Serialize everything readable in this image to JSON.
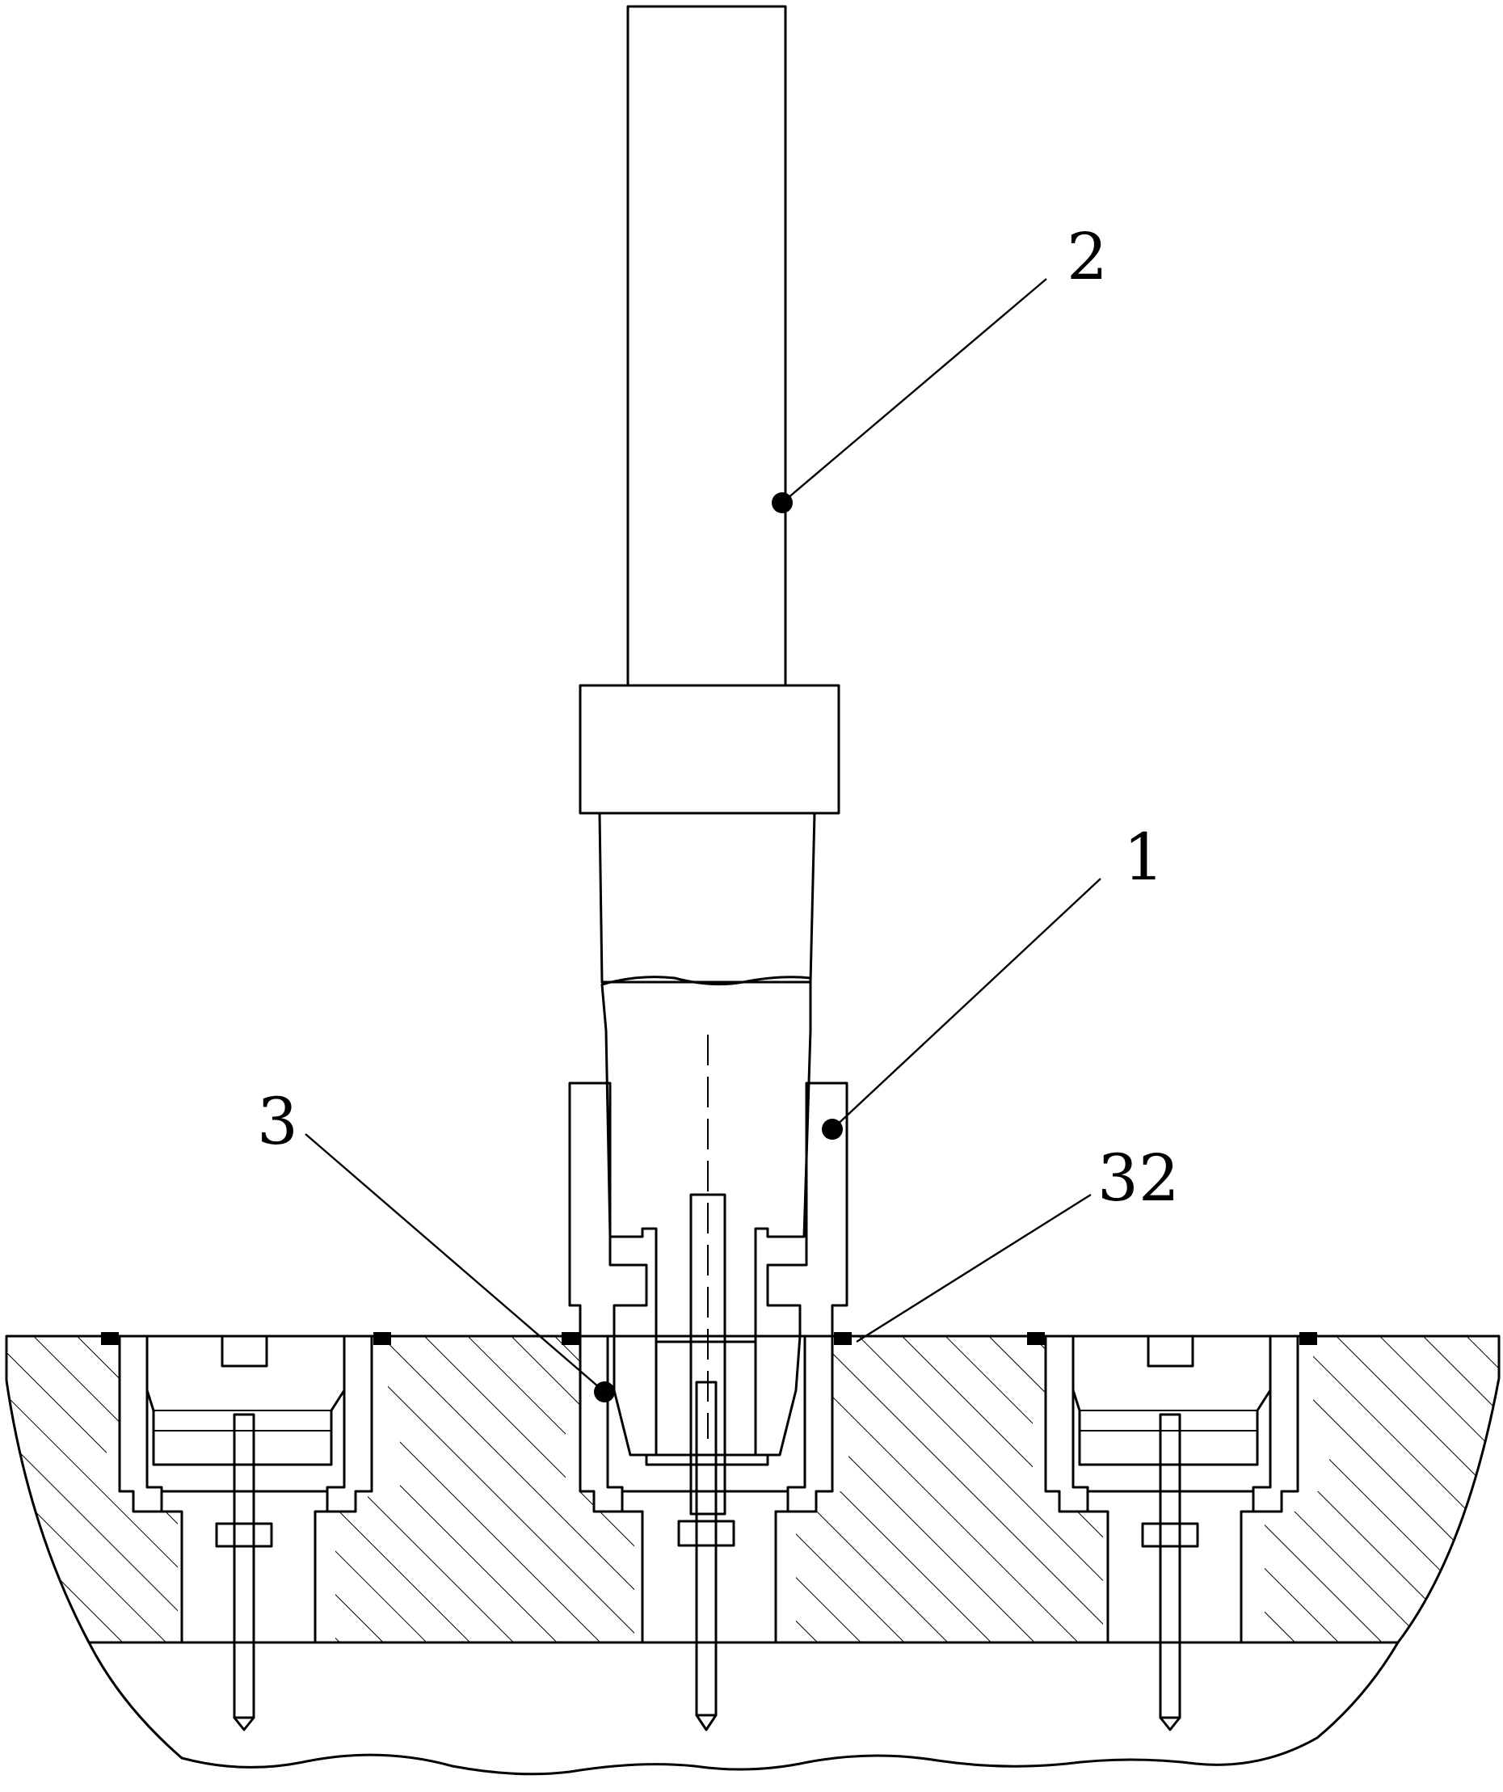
{
  "labels": [
    {
      "id": "1",
      "text": "1"
    },
    {
      "id": "2",
      "text": "2"
    },
    {
      "id": "3",
      "text": "3"
    },
    {
      "id": "32",
      "text": "32"
    }
  ],
  "colors": {
    "line": "#000000",
    "background": "#ffffff"
  }
}
